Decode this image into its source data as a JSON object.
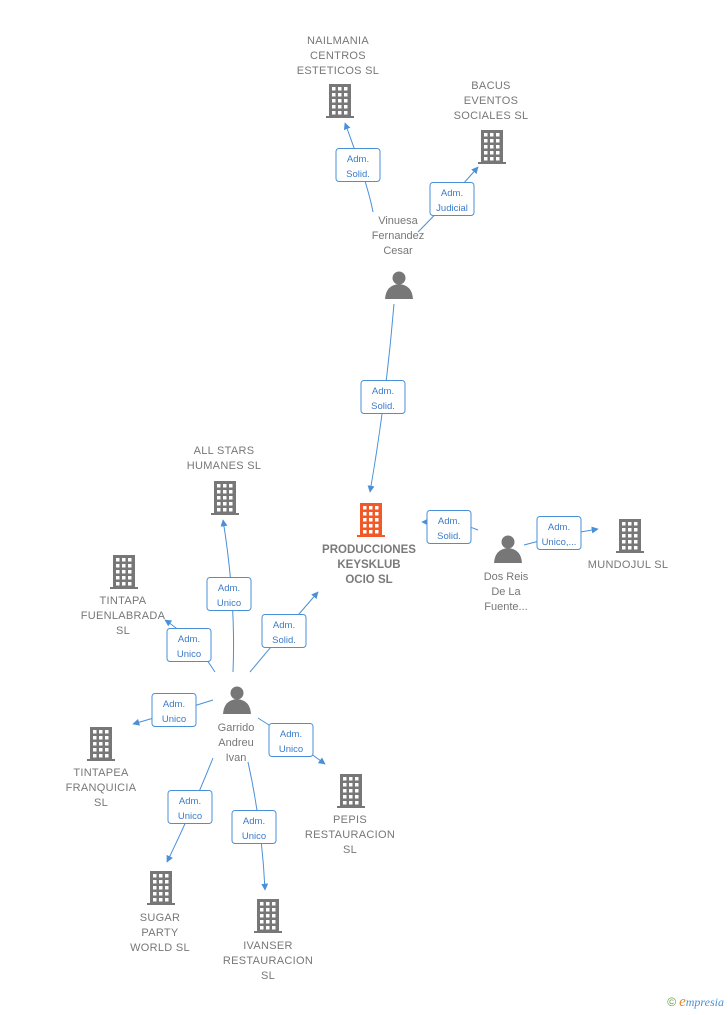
{
  "colors": {
    "edge": "#4a90d9",
    "node_icon": "#777777",
    "focus_icon": "#f05a28",
    "label": "#777777"
  },
  "nodes": [
    {
      "id": "producciones",
      "type": "company",
      "focus": true,
      "lines": [
        "PRODUCCIONES",
        "KEYSKLUB",
        "OCIO  SL"
      ]
    },
    {
      "id": "nailmania",
      "type": "company",
      "lines": [
        "NAILMANIA",
        "CENTROS",
        "ESTETICOS  SL"
      ]
    },
    {
      "id": "bacus",
      "type": "company",
      "lines": [
        "BACUS",
        "EVENTOS",
        "SOCIALES  SL"
      ]
    },
    {
      "id": "vinuesa",
      "type": "person",
      "lines": [
        "Vinuesa",
        "Fernandez",
        "Cesar"
      ]
    },
    {
      "id": "allstars",
      "type": "company",
      "lines": [
        "ALL STARS",
        "HUMANES  SL"
      ]
    },
    {
      "id": "tintapa",
      "type": "company",
      "lines": [
        "TINTAPA",
        "FUENLABRADA",
        "SL"
      ]
    },
    {
      "id": "dosreis",
      "type": "person",
      "lines": [
        "Dos Reis",
        "De La",
        "Fuente..."
      ]
    },
    {
      "id": "mundojul",
      "type": "company",
      "lines": [
        "MUNDOJUL  SL"
      ]
    },
    {
      "id": "garrido",
      "type": "person",
      "lines": [
        "Garrido",
        "Andreu",
        "Ivan"
      ]
    },
    {
      "id": "tintapea",
      "type": "company",
      "lines": [
        "TINTAPEA",
        "FRANQUICIA",
        "SL"
      ]
    },
    {
      "id": "pepis",
      "type": "company",
      "lines": [
        "PEPIS",
        "RESTAURACION",
        "SL"
      ]
    },
    {
      "id": "sugar",
      "type": "company",
      "lines": [
        "SUGAR",
        "PARTY",
        "WORLD  SL"
      ]
    },
    {
      "id": "ivanser",
      "type": "company",
      "lines": [
        "IVANSER",
        "RESTAURACION",
        "SL"
      ]
    }
  ],
  "edges": [
    {
      "from": "vinuesa",
      "to": "nailmania",
      "role": [
        "Adm.",
        "Solid."
      ]
    },
    {
      "from": "vinuesa",
      "to": "bacus",
      "role": [
        "Adm.",
        "Judicial"
      ]
    },
    {
      "from": "vinuesa",
      "to": "producciones",
      "role": [
        "Adm.",
        "Solid."
      ]
    },
    {
      "from": "dosreis",
      "to": "producciones",
      "role": [
        "Adm.",
        "Solid."
      ]
    },
    {
      "from": "dosreis",
      "to": "mundojul",
      "role": [
        "Adm.",
        "Unico,..."
      ]
    },
    {
      "from": "garrido",
      "to": "allstars",
      "role": [
        "Adm.",
        "Unico"
      ]
    },
    {
      "from": "garrido",
      "to": "producciones",
      "role": [
        "Adm.",
        "Solid."
      ]
    },
    {
      "from": "garrido",
      "to": "tintapa",
      "role": [
        "Adm.",
        "Unico"
      ]
    },
    {
      "from": "garrido",
      "to": "tintapea",
      "role": [
        "Adm.",
        "Unico"
      ]
    },
    {
      "from": "garrido",
      "to": "pepis",
      "role": [
        "Adm.",
        "Unico"
      ]
    },
    {
      "from": "garrido",
      "to": "sugar",
      "role": [
        "Adm.",
        "Unico"
      ]
    },
    {
      "from": "garrido",
      "to": "ivanser",
      "role": [
        "Adm.",
        "Unico"
      ]
    }
  ],
  "watermark": {
    "copyright": "©",
    "brand_initial": "e",
    "brand_rest": "mpresia"
  }
}
